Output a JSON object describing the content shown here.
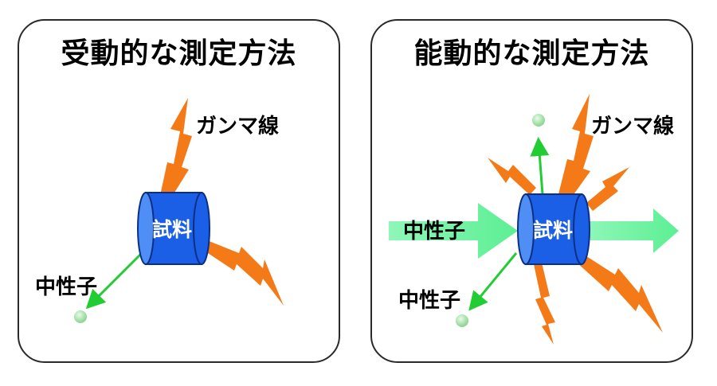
{
  "left_panel": {
    "title": "受動的な測定方法",
    "sample_label": "試料",
    "gamma_label": "ガンマ線",
    "neutron_label": "中性子"
  },
  "right_panel": {
    "title": "能動的な測定方法",
    "sample_label": "試料",
    "gamma_label": "ガンマ線",
    "neutron_label": "中性子",
    "incident_neutron_label": "中性子"
  },
  "colors": {
    "cylinder": "#1a5fe6",
    "cylinder_dark": "#0b2f86",
    "gamma": "#f47a17",
    "neutron_arrow": "#22cc33",
    "neutron_beam": "#7cf3a5",
    "neutron_ball": "#9de0a2"
  }
}
